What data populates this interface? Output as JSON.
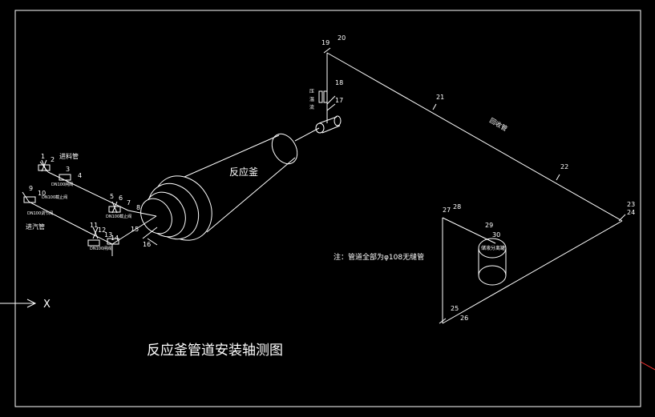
{
  "colors": {
    "background": "#000000",
    "lines": "#ffffff",
    "accent": "#ff3333"
  },
  "title": "反应釜管道安装轴测图",
  "note": "注：管道全部为φ108无缝管",
  "axis": {
    "x_label": "X"
  },
  "labels": {
    "reactor": "反应釜",
    "return_pipe": "回收管",
    "feed_pipe_top": "进料管",
    "feed_pipe_bottom": "进汽管",
    "tank": "储液分离罐",
    "valve_a": "DN100闸阀",
    "valve_b": "DN100截止阀",
    "valve_c": "DN100调节阀",
    "valve_d": "DN100闸阀",
    "valve_e": "DN100截止阀",
    "inst_1": "压",
    "inst_2": "温",
    "inst_3": "流"
  },
  "node_numbers": {
    "n1": "1",
    "n2": "2",
    "n3": "3",
    "n4": "4",
    "n5": "5",
    "n6": "6",
    "n7": "7",
    "n8": "8",
    "n9": "9",
    "n10": "10",
    "n11": "11",
    "n12": "12",
    "n13": "13",
    "n14": "14",
    "n15": "15",
    "n16": "16",
    "n17": "17",
    "n18": "18",
    "n19": "19",
    "n20": "20",
    "n21": "21",
    "n22": "22",
    "n23": "23",
    "n24": "24",
    "n25": "25",
    "n26": "26",
    "n27": "27",
    "n28": "28",
    "n29": "29",
    "n30": "30"
  }
}
